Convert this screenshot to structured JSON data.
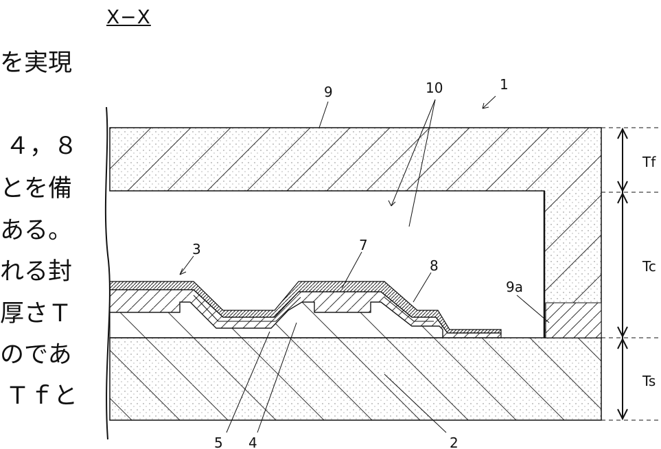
{
  "figure": {
    "section_title": "X−X",
    "body_lines": [
      "を実現",
      "４，８",
      "とを備",
      "ある。",
      "れる封",
      "厚さＴ",
      "のであ",
      "Ｔｆと"
    ]
  },
  "labels": {
    "device": "1",
    "substrate": "2",
    "element": "3",
    "layer_4": "4",
    "layer_5": "5",
    "layer_7": "7",
    "layer_8": "8",
    "seal": "9",
    "seal_edge": "9a",
    "gap": "10"
  },
  "dimensions": {
    "tf": "Tf",
    "tc": "Tc",
    "ts": "Ts"
  },
  "colors": {
    "line": "#111111",
    "hatch": "#333333",
    "background": "#ffffff"
  }
}
